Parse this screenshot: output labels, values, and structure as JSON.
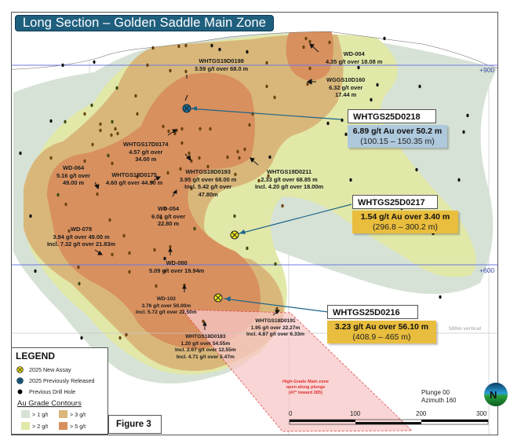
{
  "title": "Long Section – Golden Saddle Main Zone",
  "figure_label": "Figure 3",
  "elevation_labels": {
    "upper": "+900",
    "lower": "+600"
  },
  "vertical_note": "500m vertical",
  "high_grade_note": {
    "line1": "High-Grade Main zone",
    "line2": "open along plunge",
    "line3": "(47° toward 285)"
  },
  "orientation": {
    "plunge": "Plunge 00",
    "azimuth": "Azimuth 160",
    "compass_letter": "N"
  },
  "scale_bar": {
    "ticks": [
      "0",
      "100",
      "200",
      "300"
    ]
  },
  "colors": {
    "title_bg": "#1f5f7e",
    "contour_gt1": "#d6e2d5",
    "contour_gt2": "#e2e8a8",
    "contour_gt3": "#d9b77a",
    "contour_gt5": "#d8905f",
    "new_assay": "#f2ea1c",
    "prev_released": "#1f6a92",
    "callout_blue": "#aec8dc",
    "callout_gold": "#e9bd3d",
    "high_grade_zone": "#f7c7c7"
  },
  "callouts": [
    {
      "hole": "WHTGS25D0218",
      "result": "6.89 g/t Au over 50.2 m",
      "interval": "(100.15 – 150.35 m)",
      "status": "2025 Previously Released"
    },
    {
      "hole": "WHTGS25D0217",
      "result": "1.54 g/t Au over 3.40 m",
      "interval": "(296.8 – 300.2 m)",
      "status": "2025 New Assay"
    },
    {
      "hole": "WHTGS25D0216",
      "result": "3.23 g/t Au over 56.10 m",
      "interval": "(408.9 – 465 m)",
      "status": "2025 New Assay"
    }
  ],
  "intercepts": {
    "wd004": {
      "hole": "WD-004",
      "l1": "4.35  g/t over 18.08 m"
    },
    "whtgs19d0198": {
      "hole": "WHTGS19D0198",
      "l1": "3.59  g/t over 68.0 m"
    },
    "wggs10d160": {
      "hole": "WGGS10D160",
      "l1": "6.32  g/t over",
      "l2": "17.44 m"
    },
    "whtgs17d0174": {
      "hole": "WHTGS17D0174",
      "l1": "4.57  g/t over",
      "l2": "34.00 m"
    },
    "wd064": {
      "hole": "WD-064",
      "l1": "5.16  g/t over",
      "l2": "49.00 m"
    },
    "whtgs18d0175": {
      "hole": "WHTGS18D0175",
      "l1": "4.60  g/t over 44.90 m"
    },
    "whtgs18d0193": {
      "hole": "WHTGS18D0193",
      "l1": "3.95  g/t over 68.00 m",
      "l2": "Incl. 5.42 g/t over",
      "l3": "47.80m"
    },
    "whtgs19d0211": {
      "hole": "WHTGS19D0211",
      "l1": "2.33  g/t over 68.85 m",
      "l2": "Incl. 4.20 g/t over 18.00m"
    },
    "wd054": {
      "hole": "WD-054",
      "l1": "6.01 g/t over",
      "l2": "22.80 m"
    },
    "wd078": {
      "hole": "WD-078",
      "l1": "3.94  g/t over 49.00 m",
      "l2": "Incl. 7.32 g/t over 21.83m"
    },
    "wd080": {
      "hole": "WD-080",
      "l1": "5.09 g/t over 19.94m"
    },
    "wd102": {
      "hole": "WD-102",
      "l1": "3.76 g/t over 50.00m",
      "l2": "Incl. 5.72 g/t over 22.50m"
    },
    "whtgs18d0191": {
      "hole": "WHTGS18D0191",
      "l1": "1.95 g/t over 22.27m",
      "l2": "Incl. 4.87 g/t over 6.33m"
    },
    "whtgs18d0183": {
      "hole": "WHTGS18D0183",
      "l1": "1.20 g/t over 54.55m",
      "l2": "Incl. 2.67 g/t over 12.55m",
      "l3": "Incl. 4.71 g/t over 5.47m"
    }
  },
  "legend": {
    "title": "LEGEND",
    "symbols": [
      {
        "label": "2025 New Assay",
        "icon": "yellow-crossed-circle"
      },
      {
        "label": "2025 Previously Released",
        "icon": "blue-crossed-circle"
      },
      {
        "label": "Previous Drill Hole",
        "icon": "black-dot"
      }
    ],
    "contour_title": "Au Grade Contours",
    "contours": [
      {
        "label": "> 1 g/t",
        "color": "#d6e2d5"
      },
      {
        "label": "> 3 g/t",
        "color": "#d9b77a"
      },
      {
        "label": "> 2 g/t",
        "color": "#e2e8a8"
      },
      {
        "label": "> 5 g/t",
        "color": "#d8905f"
      }
    ]
  }
}
